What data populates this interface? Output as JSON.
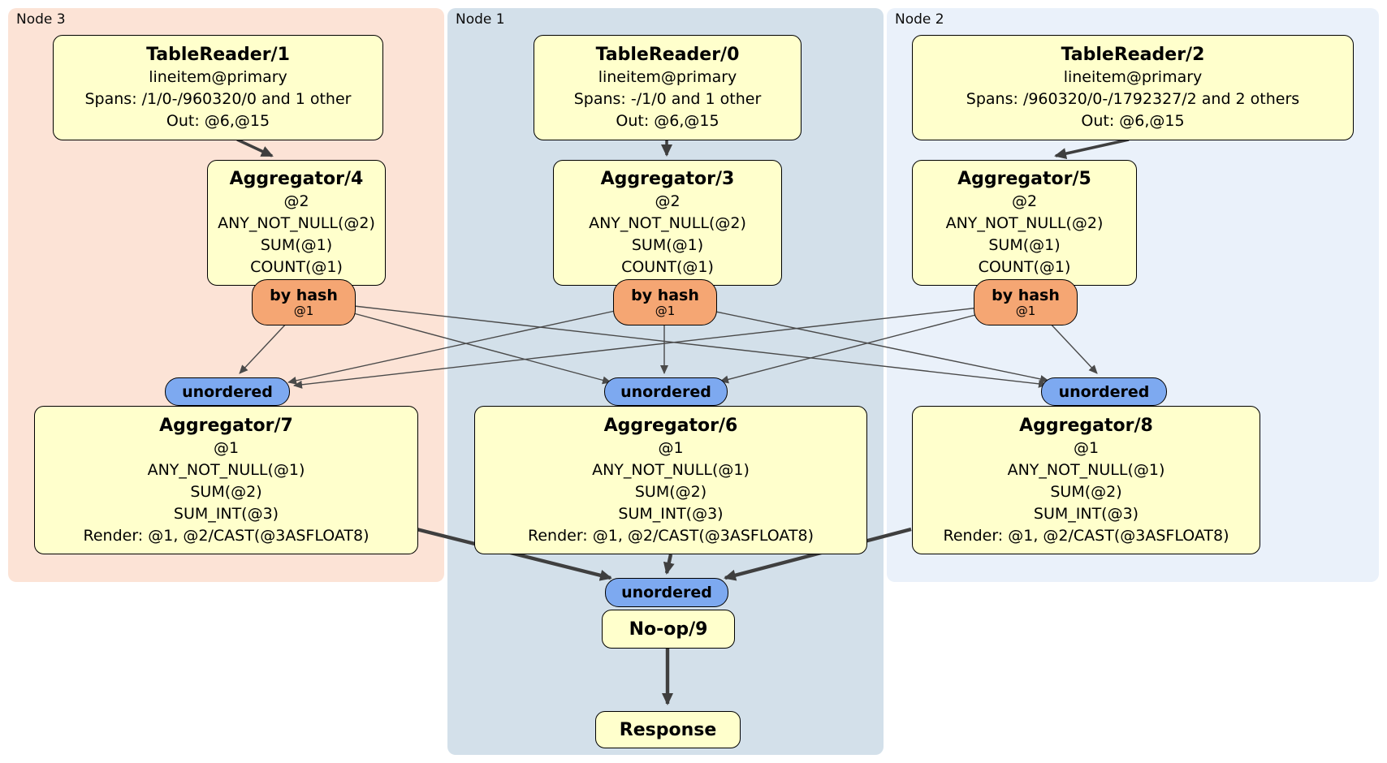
{
  "diagram": {
    "regions": [
      {
        "label": "Node 3"
      },
      {
        "label": "Node 1"
      },
      {
        "label": "Node 2"
      }
    ],
    "nodes": {
      "tablereader1": {
        "title": "TableReader/1",
        "lines": [
          "lineitem@primary",
          "Spans: /1/0-/960320/0 and 1 other",
          "Out: @6,@15"
        ]
      },
      "tablereader0": {
        "title": "TableReader/0",
        "lines": [
          "lineitem@primary",
          "Spans: -/1/0 and 1 other",
          "Out: @6,@15"
        ]
      },
      "tablereader2": {
        "title": "TableReader/2",
        "lines": [
          "lineitem@primary",
          "Spans: /960320/0-/1792327/2 and 2 others",
          "Out: @6,@15"
        ]
      },
      "aggregator4": {
        "title": "Aggregator/4",
        "lines": [
          "@2",
          "ANY_NOT_NULL(@2)",
          "SUM(@1)",
          "COUNT(@1)"
        ]
      },
      "aggregator3": {
        "title": "Aggregator/3",
        "lines": [
          "@2",
          "ANY_NOT_NULL(@2)",
          "SUM(@1)",
          "COUNT(@1)"
        ]
      },
      "aggregator5": {
        "title": "Aggregator/5",
        "lines": [
          "@2",
          "ANY_NOT_NULL(@2)",
          "SUM(@1)",
          "COUNT(@1)"
        ]
      },
      "aggregator7": {
        "title": "Aggregator/7",
        "lines": [
          "@1",
          "ANY_NOT_NULL(@1)",
          "SUM(@2)",
          "SUM_INT(@3)",
          "Render: @1, @2/CAST(@3ASFLOAT8)"
        ]
      },
      "aggregator6": {
        "title": "Aggregator/6",
        "lines": [
          "@1",
          "ANY_NOT_NULL(@1)",
          "SUM(@2)",
          "SUM_INT(@3)",
          "Render: @1, @2/CAST(@3ASFLOAT8)"
        ]
      },
      "aggregator8": {
        "title": "Aggregator/8",
        "lines": [
          "@1",
          "ANY_NOT_NULL(@1)",
          "SUM(@2)",
          "SUM_INT(@3)",
          "Render: @1, @2/CAST(@3ASFLOAT8)"
        ]
      },
      "noop9": {
        "title": "No-op/9"
      },
      "response": {
        "title": "Response"
      }
    },
    "connectors": {
      "by_hash": {
        "label": "by hash",
        "sub": "@1"
      },
      "unordered": {
        "label": "unordered"
      }
    },
    "colors": {
      "node3_region": "#fce3d6",
      "node1_region": "#d3e0ea",
      "node2_region": "#eaf1fa",
      "node_box": "#ffffcc",
      "by_hash": "#f5a673",
      "unordered": "#7da9f0",
      "edge_thin": "#4a4a4a",
      "edge_thick": "#3f3f3f",
      "box_border": "#000000"
    }
  }
}
